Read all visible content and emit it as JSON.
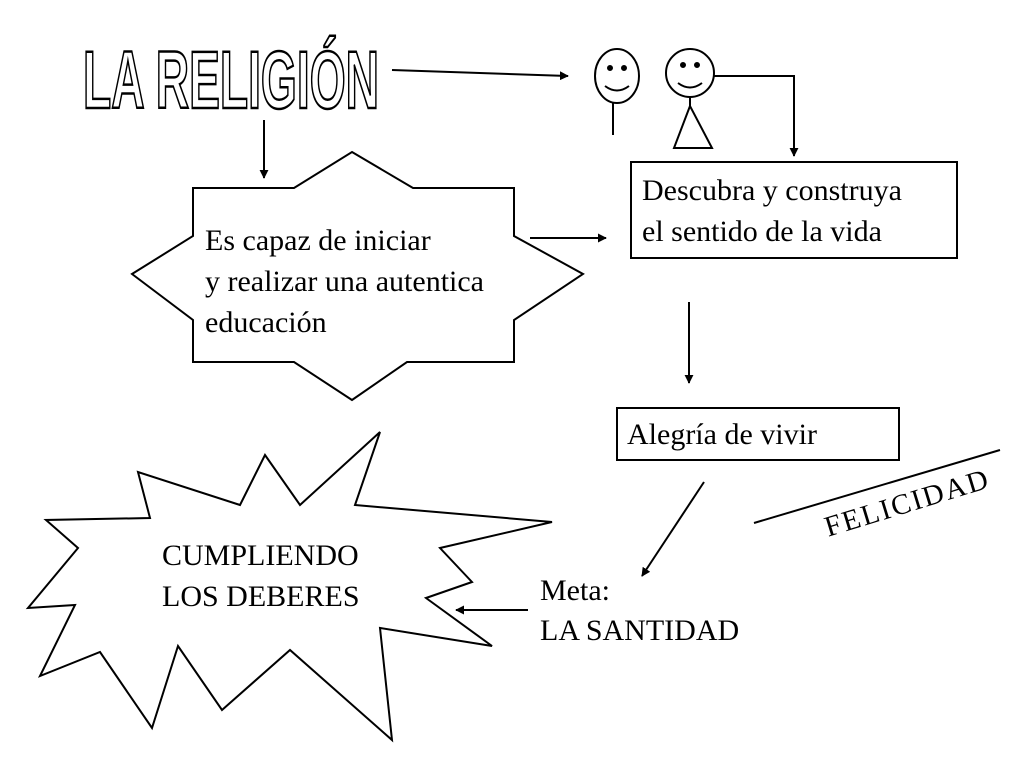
{
  "title": "LA RELIGIÓN",
  "star_text": {
    "line1": "Es capaz de iniciar",
    "line2": "y realizar una autentica",
    "line3": "educación"
  },
  "box_sentido": {
    "line1": "Descubra y construya",
    "line2": "el sentido de la vida"
  },
  "box_alegria": "Alegría de vivir",
  "burst_text": {
    "line1": "CUMPLIENDO",
    "line2": "LOS DEBERES"
  },
  "meta": {
    "line1": "Meta:",
    "line2": "LA SANTIDAD"
  },
  "felicidad": "FELICIDAD",
  "icons": [
    "smiley-boy-icon",
    "smiley-girl-icon"
  ]
}
